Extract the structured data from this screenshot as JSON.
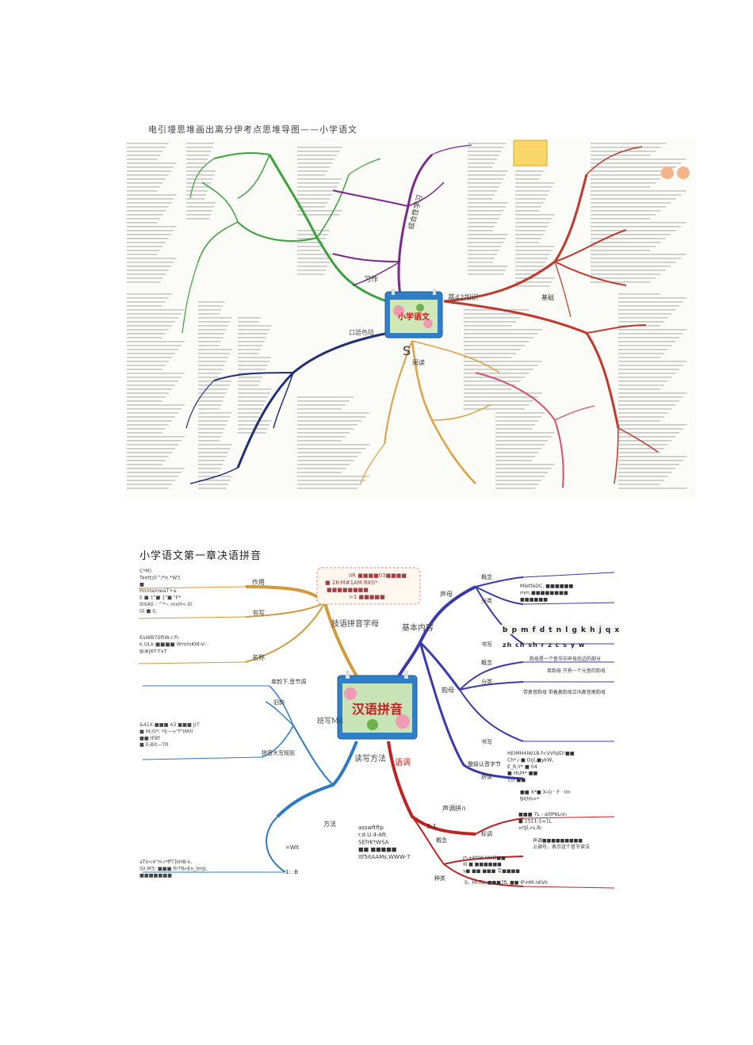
{
  "page_titles": {
    "map1": "电引墁思堆画出离分伊考点思堆导图——小学语文",
    "map2": "小学语文第一章决语拼音"
  },
  "map1": {
    "center_label": "小学语文",
    "labels": {
      "kouyu": "口語色陆",
      "zhuanshu": "基42如识",
      "s_mark": "S",
      "xiezuo": "习作",
      "zonghe": "综合性学习",
      "yuedu": "阅读",
      "jichu": "基础"
    },
    "colors": {
      "green": "#3aa33a",
      "purple": "#7a2a8a",
      "red": "#c0392b",
      "navy": "#1f2f7a",
      "orange": "#e0a040"
    }
  },
  "map2": {
    "center_label": "汉语拼音",
    "callout_text": "IIR ■■■■03■■■■\n■ 2K-M#1AM.RKS*\n■■■■■■■■\n>1 ■■■■■",
    "branches": {
      "jiqiao": {
        "label": "技语拼音字母",
        "items": [
          "作用",
          "书写",
          "名称"
        ]
      },
      "jiben": {
        "label": "基本内容",
        "items": [
          "声母",
          "韵母",
          "整级认音字节"
        ]
      },
      "dupin": {
        "label": "读写方法",
        "items": [
          "方法"
        ]
      },
      "yudu": {
        "label": "语调",
        "items": [
          "声调拼∩",
          "3-1"
        ]
      },
      "mil": {
        "label": "班写Mil"
      }
    },
    "sub_labels": {
      "gainian1": "概念",
      "fenlei1": "分类",
      "shuxie1": "书写",
      "gainian2": "概念",
      "fenlei2": "分类",
      "shuxie2": "书写",
      "biaodiao": "标调",
      "gainian3": "概念",
      "zhonglei": "种类",
      "pindu": "拼读",
      "danyun": "单韵下,音节调",
      "pinyin_da": "拼音大写规则",
      "jiugou": "旧韵",
      "wit": "=Wit",
      "one_b": "1: :B"
    },
    "left_notes": {
      "n1": "C*M)\nTaettzli^/*e.*W3\n■\nHnntamwaT+a.\nE ■ 1\"■ 1\"■ \"F*\nItIIIAS : ^*~.mxH<-El\nGl ■ IL",
      "n2": "EsWB7SftW-r.fi-\nk.ULk ■■■■ WmlnKW-V-\nBi#J6T-TxT",
      "n3": "&41X ■■■ 43 ■■■ J(T\n■ M,IS*; *E—+'T\"IMIll\n■■ IFBf\n■ E-Bit—TR",
      "n4": "asswftftp\nr.d.U.4-Aft.\nSEfrK*WSA\n■■ ■■■■■\nItf5itAAMs,WWW-7",
      "n5": "aTII<4\"H-r*ffT]IIHB-k.\nSII.M3; ■■■ firTB«En_tmJL\n■■■■■■■"
    },
    "right_notes": {
      "sheng": "MletfeDC. ■■■■■■\nmm ■■■■■■■■\n■■■■■■",
      "letters1": "b p m f d t n l g k h j q x",
      "letters2": "zh ch sh r z c s y w",
      "yun1": "韵母是一个音节中声母后边的部分",
      "yun2": "单韵母 只有一个元音的韵母",
      "yun3": "带鼻音韵母 带着鼻韵母又叫鼻音尾韵母",
      "zheng": "HEIMH4IW18-f<VVhJID!■■\nCh*,i ■ DiJ|,■ykW,\nE_R,Y* ■ 04\n■ HUH* ■■\n11l ■■",
      "tiao": "■■ X*■ X»l/ · F · lm\nBithh>*",
      "biao": "■■■ 7L - alllP6Lnn\n■ 1511:1=1L\nvrtJl,«s,lb",
      "biao2": "声调■■■■■■■■■\n上调号，表示这个音节读法",
      "gai3": "I*-+KtIW IWIIll■■\nIII ■ ■■■■■■\nv■ ■■ ■■■ 写■■■■",
      "zhong": "S;. HI-flIL ■■■7fL ■■ IP-HM.nKVII"
    }
  }
}
